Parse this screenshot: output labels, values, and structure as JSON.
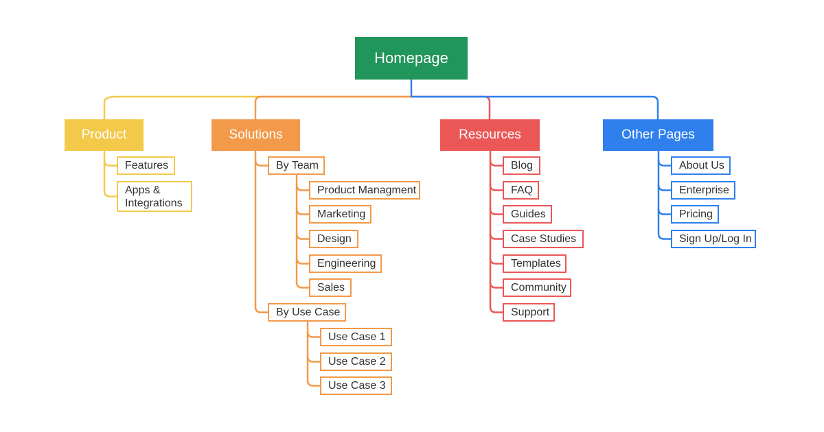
{
  "colors": {
    "root": "#21965a",
    "product": "#f3c94a",
    "solutions": "#f2994a",
    "resources": "#eb5757",
    "other_pages": "#2f80ed"
  },
  "root": {
    "label": "Homepage"
  },
  "product": {
    "label": "Product",
    "items": [
      "Features",
      "Apps & Integrations"
    ]
  },
  "solutions": {
    "label": "Solutions",
    "by_team": {
      "label": "By Team",
      "items": [
        "Product Managment",
        "Marketing",
        "Design",
        "Engineering",
        "Sales"
      ]
    },
    "by_use_case": {
      "label": "By Use Case",
      "items": [
        "Use Case 1",
        "Use Case 2",
        "Use Case 3"
      ]
    }
  },
  "resources": {
    "label": "Resources",
    "items": [
      "Blog",
      "FAQ",
      "Guides",
      "Case Studies",
      "Templates",
      "Community",
      "Support"
    ]
  },
  "other_pages": {
    "label": "Other Pages",
    "items": [
      "About Us",
      "Enterprise",
      "Pricing",
      "Sign Up/Log In"
    ]
  }
}
